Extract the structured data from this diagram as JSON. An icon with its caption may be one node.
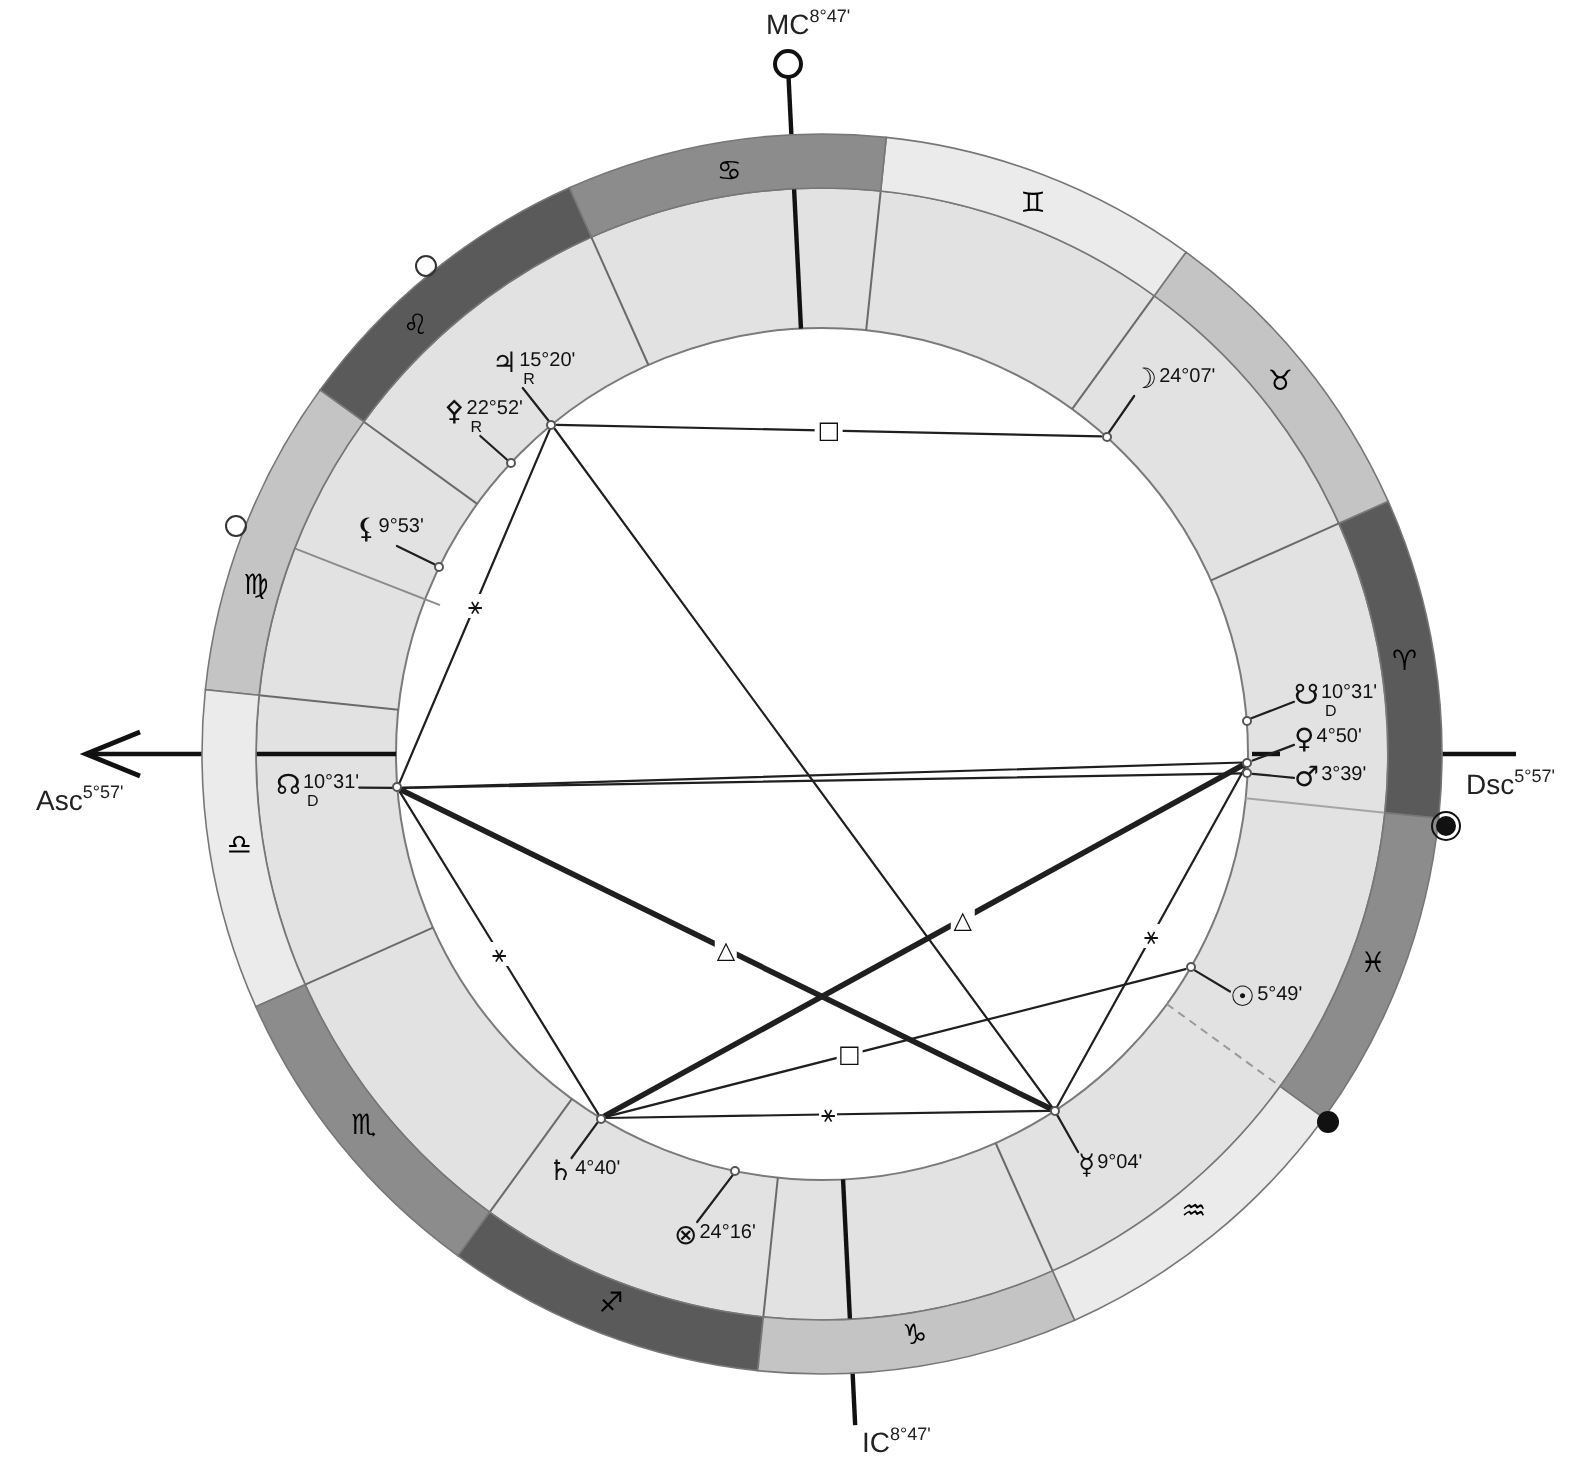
{
  "diagram": {
    "nodes": [
      {
        "text": [
          "♈"
        ]
      },
      {
        "text": [
          "♉"
        ]
      },
      {
        "text": [
          "♊"
        ]
      },
      {
        "text": [
          "♋"
        ]
      },
      {
        "text": [
          "♌"
        ]
      },
      {
        "text": [
          "♍"
        ]
      },
      {
        "text": [
          "♎"
        ]
      },
      {
        "text": [
          "♏"
        ]
      },
      {
        "text": [
          "♐"
        ]
      },
      {
        "text": [
          "♑"
        ]
      },
      {
        "text": [
          "♒"
        ]
      },
      {
        "text": [
          "♓"
        ]
      },
      {
        "text": [
          "♃",
          "15°20'",
          "R"
        ]
      },
      {
        "text": [
          "☽",
          "24°07'"
        ]
      },
      {
        "text": [
          "⚴",
          "22°52'",
          "R"
        ]
      },
      {
        "text": [
          "⚸",
          "9°53'"
        ]
      },
      {
        "text": [
          "☋",
          "10°31'",
          "D"
        ]
      },
      {
        "text": [
          "♀",
          "4°50'"
        ]
      },
      {
        "text": [
          "☊",
          "10°31'",
          "D"
        ]
      },
      {
        "text": [
          "♂",
          "3°39'"
        ]
      },
      {
        "text": [
          "☉",
          "5°49'"
        ]
      },
      {
        "text": [
          "☿",
          "9°04'"
        ]
      },
      {
        "text": [
          "♄",
          "4°40'"
        ]
      },
      {
        "text": [
          "⊗",
          "24°16'"
        ]
      },
      {
        "text": [],
        "shape": "circle"
      },
      {
        "text": [],
        "shape": "circle"
      },
      {
        "text": [],
        "shape": "circle"
      },
      {
        "text": [],
        "shape": "circle"
      },
      {
        "text": [],
        "shape": "circle"
      },
      {
        "text": [],
        "shape": "circle"
      },
      {
        "text": [],
        "shape": "circle"
      },
      {
        "text": [],
        "shape": "circle"
      },
      {
        "text": [],
        "shape": "circle"
      },
      {
        "text": [],
        "shape": "circle"
      },
      {
        "text": [],
        "shape": "circle"
      },
      {
        "text": [],
        "shape": "circle"
      }
    ],
    "edges": [
      {
        "from": 12,
        "to": 24,
        "arrow": "none"
      },
      {
        "from": 13,
        "to": 25,
        "arrow": "none"
      },
      {
        "from": 14,
        "to": 26,
        "arrow": "none"
      },
      {
        "from": 15,
        "to": 27,
        "arrow": "none"
      },
      {
        "from": 16,
        "to": 28,
        "arrow": "none"
      },
      {
        "from": 17,
        "to": 29,
        "arrow": "none"
      },
      {
        "from": 18,
        "to": 30,
        "arrow": "none"
      },
      {
        "from": 19,
        "to": 31,
        "arrow": "none"
      },
      {
        "from": 20,
        "to": 32,
        "arrow": "none"
      },
      {
        "from": 21,
        "to": 33,
        "arrow": "none"
      },
      {
        "from": 22,
        "to": 34,
        "arrow": "none"
      },
      {
        "from": 23,
        "to": 35,
        "arrow": "none"
      },
      {
        "from": 24,
        "to": 25,
        "arrow": "none",
        "label": "□"
      },
      {
        "from": 24,
        "to": 33,
        "arrow": "none"
      },
      {
        "from": 24,
        "to": 30,
        "arrow": "none",
        "label": "⚹"
      },
      {
        "from": 30,
        "to": 29,
        "arrow": "none"
      },
      {
        "from": 30,
        "to": 31,
        "arrow": "none"
      },
      {
        "from": 30,
        "to": 34,
        "arrow": "none",
        "label": "⚹"
      },
      {
        "from": 30,
        "to": 33,
        "arrow": "none",
        "label": "△",
        "style": "thick"
      },
      {
        "from": 34,
        "to": 29,
        "arrow": "none",
        "label": "△",
        "style": "thick"
      },
      {
        "from": 34,
        "to": 32,
        "arrow": "none",
        "label": "□"
      },
      {
        "from": 34,
        "to": 33,
        "arrow": "none",
        "label": "⚹"
      },
      {
        "from": 33,
        "to": 29,
        "arrow": "none",
        "label": "⚹"
      }
    ],
    "labels": [
      "MC$^{8°47'}$",
      "Asc$^{5°57'}$",
      "Dsc$^{5°57'}$",
      "IC$^{8°47'}$"
    ]
  }
}
